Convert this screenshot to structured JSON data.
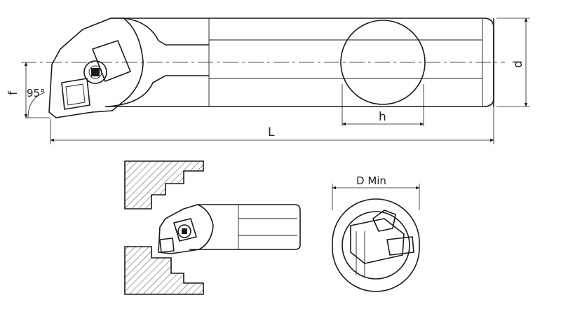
{
  "dimensions": {
    "L": "L",
    "f": "f",
    "d": "d",
    "h": "h",
    "angle": "95°",
    "d_min": "D Min"
  }
}
